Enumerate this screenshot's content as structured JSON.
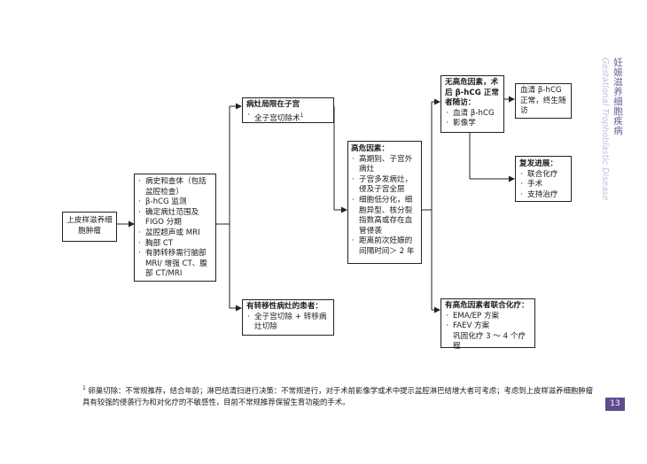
{
  "side": {
    "title": "妊娠滋养细胞疾病",
    "subtitle": "Gestational Trophoblastic Disease"
  },
  "start": {
    "label": "上皮样滋养细胞肿瘤"
  },
  "workup": {
    "items": [
      "病史和查体（包括盆腔检查）",
      "β-hCG 监测",
      "确定病灶范围及 FIGO 分期",
      "盆腔超声或 MRI",
      "胸部 CT",
      "有肺转移需行脑部 MRI/ 增强 CT、腹部 CT/MRI"
    ]
  },
  "uterine": {
    "title": "病灶局限在子宫",
    "item": "全子宫切除术",
    "note_mark": "1"
  },
  "metastatic": {
    "title": "有转移性病灶的患者：",
    "item": "全子宫切除 + 转移病灶切除"
  },
  "high_risk": {
    "title": "高危因素：",
    "items": [
      "高期别、子宫外病灶",
      "子宫多发病灶，侵及子宫全层",
      "细胞低分化，细胞异型、核分裂指数高或存在血管侵袭",
      "距离前次妊娠的间隔时间＞ 2 年"
    ]
  },
  "no_high_risk": {
    "title": "无高危因素，术后 β-hCG 正常者随访：",
    "items": [
      "血清 β-hCG",
      "影像学"
    ]
  },
  "serum": {
    "text": "血清 β-hCG 正常，终生随访"
  },
  "relapse": {
    "title": "复发进展：",
    "items": [
      "联合化疗",
      "手术",
      "支持治疗"
    ]
  },
  "combo": {
    "title": "有高危因素者联合化疗：",
    "items": [
      "EMA/EP 方案",
      "FAEV 方案"
    ],
    "tail": "巩固化疗 3 ～ 4 个疗程"
  },
  "footnote": {
    "mark": "1",
    "text": "卵巢切除：不常规推荐，结合年龄；淋巴结清扫进行决策：不常规进行，对于术前影像学或术中提示盆腔淋巴结增大者可考虑；考虑到上皮样滋养细胞肿瘤具有较强的侵袭行为和对化疗的不敏感性，目前不常规推荐保留生育功能的手术。"
  },
  "page": {
    "number": "13"
  }
}
